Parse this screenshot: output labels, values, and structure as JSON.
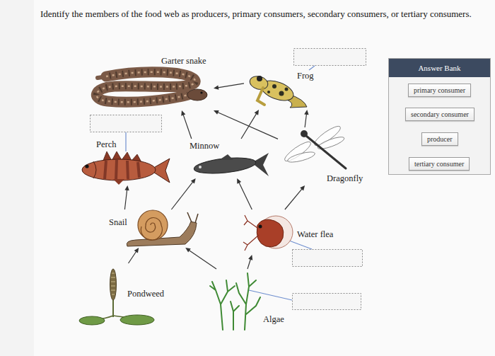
{
  "diagram": {
    "title": "Identify the members of the food web as producers, primary consumers, secondary consumers, or tertiary consumers.",
    "nodes": [
      {
        "text": [
          "Garter snake"
        ]
      },
      {
        "text": [
          "Frog"
        ]
      },
      {
        "text": [
          "Answer Bank"
        ]
      },
      {
        "text": [
          "primary consumer"
        ],
        "in": 2
      },
      {
        "text": [
          "secondary consumer"
        ],
        "in": 2
      },
      {
        "text": [
          "producer"
        ],
        "in": 2
      },
      {
        "text": [
          "tertiary consumer"
        ],
        "in": 2
      },
      {
        "text": [
          "Perch"
        ]
      },
      {
        "text": [
          "Minnow"
        ]
      },
      {
        "text": [
          "Dragonfly"
        ]
      },
      {
        "text": [
          "Snail"
        ]
      },
      {
        "text": [
          "Water flea"
        ]
      },
      {
        "text": [
          "Pondweed"
        ]
      },
      {
        "text": [
          "Algae"
        ]
      }
    ],
    "edges": [
      {
        "from": 1,
        "to": 0,
        "arrow": "to"
      },
      {
        "from": 8,
        "to": 0,
        "arrow": "to"
      },
      {
        "from": 8,
        "to": 1,
        "arrow": "to"
      },
      {
        "from": 9,
        "to": 1,
        "arrow": "to"
      },
      {
        "from": 9,
        "to": 0,
        "arrow": "to"
      },
      {
        "from": 10,
        "to": 7,
        "arrow": "to"
      },
      {
        "from": 10,
        "to": 8,
        "arrow": "to"
      },
      {
        "from": 11,
        "to": 8,
        "arrow": "to"
      },
      {
        "from": 11,
        "to": 9,
        "arrow": "to"
      },
      {
        "from": 12,
        "to": 10,
        "arrow": "to"
      },
      {
        "from": 13,
        "to": 10,
        "arrow": "to"
      },
      {
        "from": 13,
        "to": 11,
        "arrow": "to"
      }
    ]
  }
}
